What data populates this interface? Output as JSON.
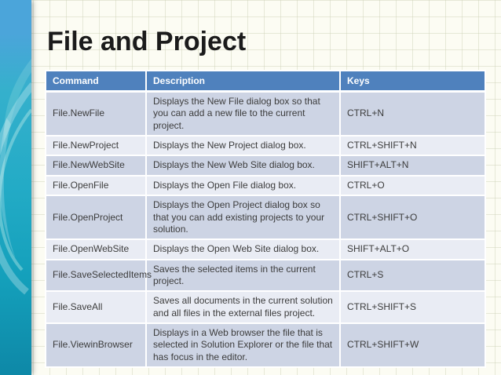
{
  "slide": {
    "title": "File and Project"
  },
  "table": {
    "headers": [
      "Command",
      "Description",
      "Keys"
    ],
    "rows": [
      {
        "command": "File.NewFile",
        "description": "Displays the New File dialog box so that you can add a new file to the current project.",
        "keys": "CTRL+N"
      },
      {
        "command": "File.NewProject",
        "description": "Displays the New Project dialog box.",
        "keys": "CTRL+SHIFT+N"
      },
      {
        "command": "File.NewWebSite",
        "description": "Displays the New Web Site dialog box.",
        "keys": "SHIFT+ALT+N"
      },
      {
        "command": "File.OpenFile",
        "description": "Displays the Open File dialog box.",
        "keys": "CTRL+O"
      },
      {
        "command": "File.OpenProject",
        "description": "Displays the Open Project dialog box so that you can add existing projects to your solution.",
        "keys": "CTRL+SHIFT+O"
      },
      {
        "command": "File.OpenWebSite",
        "description": "Displays the Open Web Site dialog box.",
        "keys": "SHIFT+ALT+O"
      },
      {
        "command": "File.SaveSelectedItems",
        "description": "Saves the selected items in the current project.",
        "keys": "CTRL+S"
      },
      {
        "command": "File.SaveAll",
        "description": "Saves all documents in the current solution and all files in the external files project.",
        "keys": "CTRL+SHIFT+S"
      },
      {
        "command": "File.ViewinBrowser",
        "description": "Displays in a Web browser the file that is selected in Solution Explorer or the file that has focus in the editor.",
        "keys": "CTRL+SHIFT+W"
      }
    ]
  },
  "colors": {
    "header_bg": "#4f81bd",
    "row_dark": "#cdd4e4",
    "row_light": "#e9ecf4",
    "sidebar_top": "#4ba5da",
    "sidebar_teal": "#23abc6",
    "sidebar_bottom": "#0e88a7",
    "bg_paper": "#fcfcf3"
  }
}
